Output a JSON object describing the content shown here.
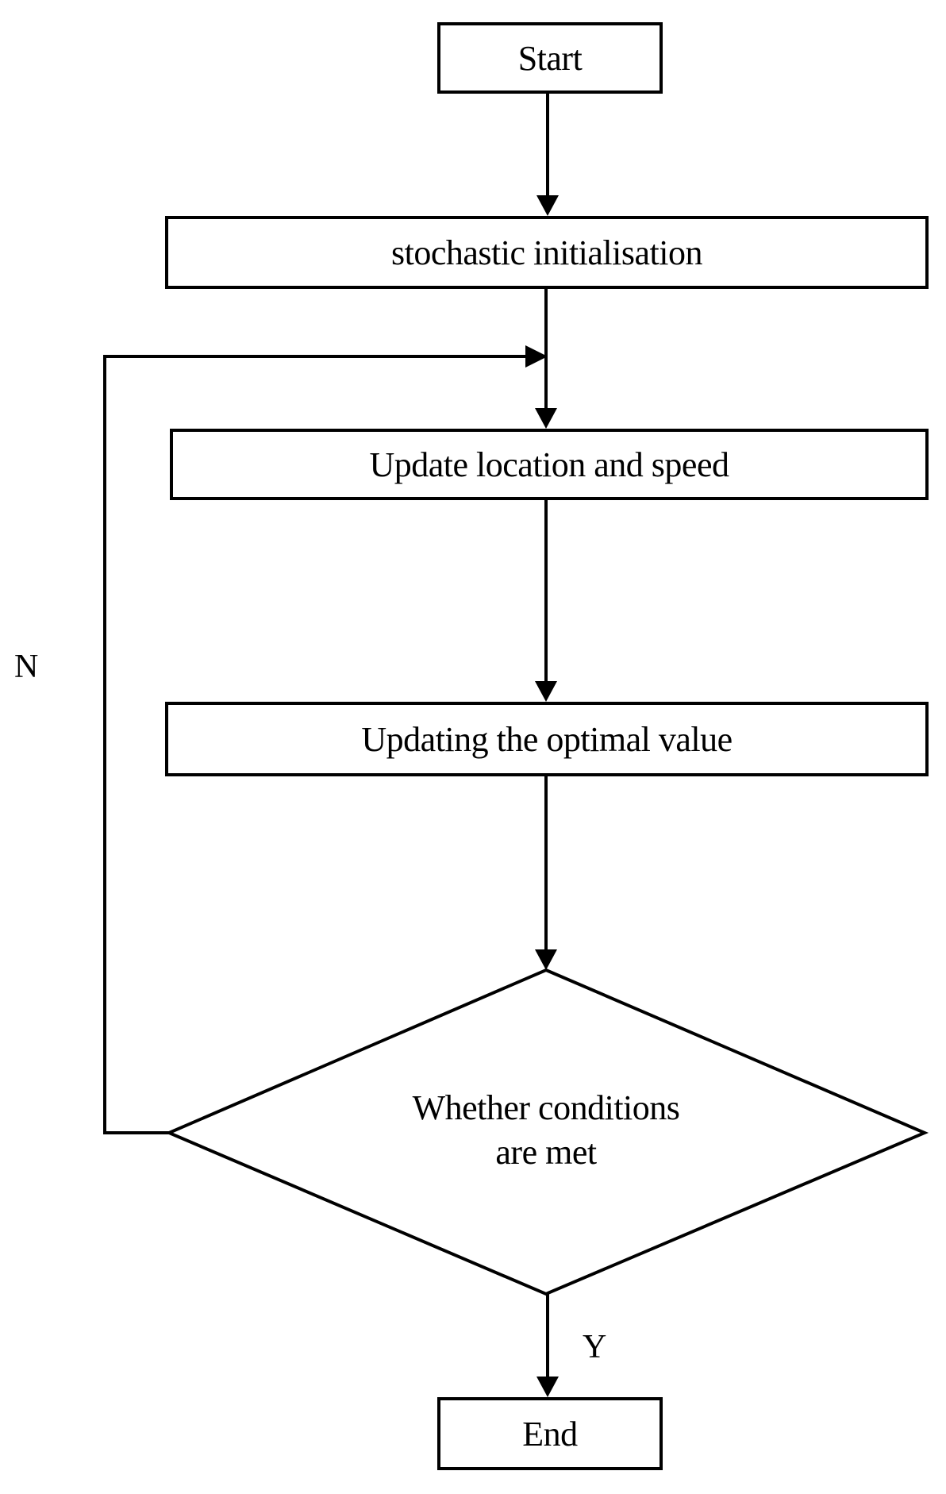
{
  "nodes": {
    "start": "Start",
    "init": "stochastic initialisation",
    "update_location_speed": "Update location and speed",
    "update_optimal": "Updating the optimal value",
    "decision_line1": "Whether conditions",
    "decision_line2": "are met",
    "end": "End"
  },
  "edge_labels": {
    "no": "N",
    "yes": "Y"
  },
  "colors": {
    "stroke": "#000000",
    "background": "#ffffff"
  }
}
